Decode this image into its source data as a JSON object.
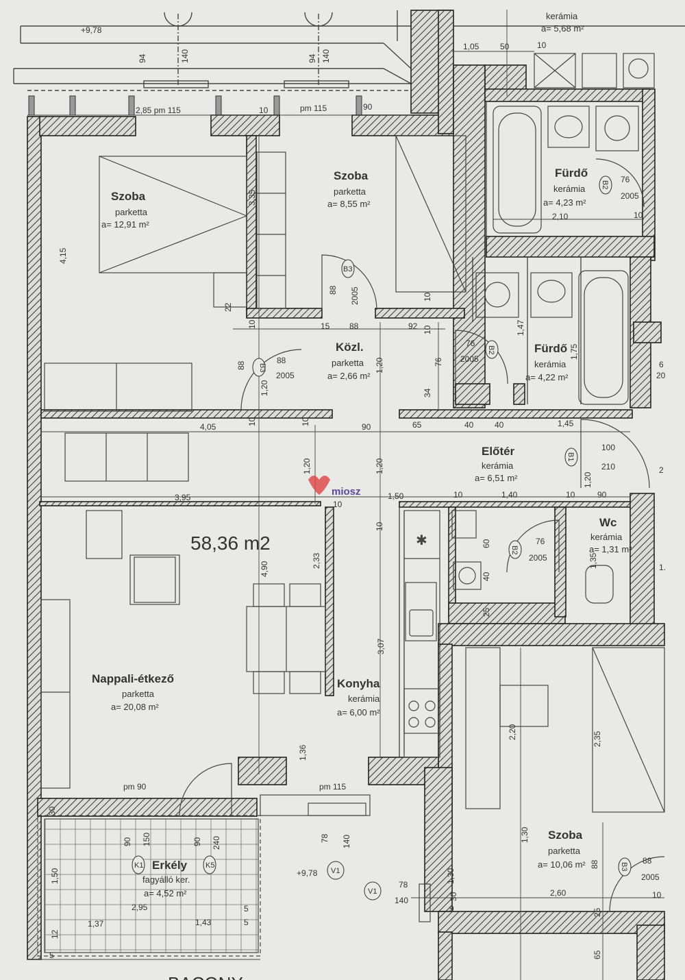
{
  "total_area": "58,36 m2",
  "rooms": [
    {
      "id": "szoba1",
      "name": "Szoba",
      "floor": "parketta",
      "area": "a= 12,91 m²"
    },
    {
      "id": "szoba2",
      "name": "Szoba",
      "floor": "parketta",
      "area": "a= 8,55 m²"
    },
    {
      "id": "furdo1",
      "name": "Fürdő",
      "floor": "kerámia",
      "area": "a= 4,23 m²"
    },
    {
      "id": "furdo2",
      "name": "Fürdő",
      "floor": "kerámia",
      "area": "a= 4,22 m²"
    },
    {
      "id": "kozl",
      "name": "Közl.",
      "floor": "parketta",
      "area": "a= 2,66 m²"
    },
    {
      "id": "eloter",
      "name": "Előtér",
      "floor": "kerámia",
      "area": "a= 6,51 m²"
    },
    {
      "id": "wc",
      "name": "Wc",
      "floor": "kerámia",
      "area": "a= 1,31 m²"
    },
    {
      "id": "nappali",
      "name": "Nappali-étkező",
      "floor": "parketta",
      "area": "a= 20,08 m²"
    },
    {
      "id": "konyha",
      "name": "Konyha",
      "floor": "kerámia",
      "area": "a= 6,00 m²"
    },
    {
      "id": "szoba3",
      "name": "Szoba",
      "floor": "parketta",
      "area": "a= 10,06 m²"
    },
    {
      "id": "erkely",
      "name": "Erkély",
      "floor": "fagyálló ker.",
      "area": "a= 4,52 m²"
    }
  ],
  "top_floor_note": {
    "floor": "kerámia",
    "area": "a= 5,68 m²"
  },
  "level_marks": [
    "+9,78",
    "+9,78"
  ],
  "door_tags": [
    "B3",
    "B3",
    "B2",
    "B2",
    "B2",
    "B1",
    "B3",
    "K1",
    "K5",
    "V1",
    "V1"
  ],
  "door_sizes": {
    "b3": [
      "88",
      "2005"
    ],
    "b2": [
      "76",
      "2005"
    ],
    "b1": [
      "100",
      "210"
    ],
    "b3_lower": [
      "88",
      "2005"
    ],
    "v1": [
      "78",
      "140"
    ]
  },
  "dims": {
    "d_978": "+9,78",
    "d_94a": "94",
    "d_140a": "140",
    "d_94b": "94",
    "d_140b": "140",
    "d_285": "2,85 pm 115",
    "d_10a": "10",
    "d_pm115": "pm 115",
    "d_90a": "90",
    "d_105": "1,05",
    "d_50": "50",
    "d_10b": "10",
    "d_210": "2,10",
    "d_10c": "10",
    "d_415": "4,15",
    "d_335": "3,35",
    "d_22": "22",
    "d_10d": "10",
    "d_15": "15",
    "d_88a": "88",
    "d_92": "92",
    "d_10e": "10",
    "d_10f": "10",
    "d_147": "1,47",
    "d_175": "1,75",
    "d_88b": "88",
    "d_120a": "1,20",
    "d_120b": "1,20",
    "d_76": "76",
    "d_34": "34",
    "d_10g": "10",
    "d_10h": "10",
    "d_405": "4,05",
    "d_90b": "90",
    "d_65": "65",
    "d_40a": "40",
    "d_40b": "40",
    "d_145": "1,45",
    "d_120c": "1,20",
    "d_120d": "1,20",
    "d_120e": "1,20",
    "d_395": "3,95",
    "d_150": "1,50",
    "d_10i": "10",
    "d_140c": "1,40",
    "d_10j": "10",
    "d_90c": "90",
    "d_490": "4,90",
    "d_233": "2,33",
    "d_10k": "10",
    "d_60": "60",
    "d_40c": "40",
    "d_25a": "25",
    "d_135": "1,35",
    "d_307": "3,07",
    "d_136": "1,36",
    "d_pm90": "pm 90",
    "d_pm115b": "pm 115",
    "d_220": "2,20",
    "d_235": "2,35",
    "d_130a": "1,30",
    "d_130b": "1,30",
    "d_88c": "88",
    "d_90e": "90",
    "d_150b": "150",
    "d_90f": "90",
    "d_240": "240",
    "d_150c": "1,50",
    "d_295": "2,95",
    "d_137": "1,37",
    "d_143": "1,43",
    "d_5a": "5",
    "d_5b": "5",
    "d_12": "12",
    "d_5c": "5",
    "d_78": "78",
    "d_140d": "140",
    "d_260": "2,60",
    "d_10l": "10",
    "d_25b": "25",
    "d_65b": "65",
    "d_6": "6",
    "d_20": "20",
    "d_2": "2",
    "d_1": "1.",
    "d_30a": "30",
    "d_30b": "30",
    "d_9": "9",
    "d_10m": "10"
  },
  "watermark": "miosz",
  "bottom_text": "BACONY"
}
